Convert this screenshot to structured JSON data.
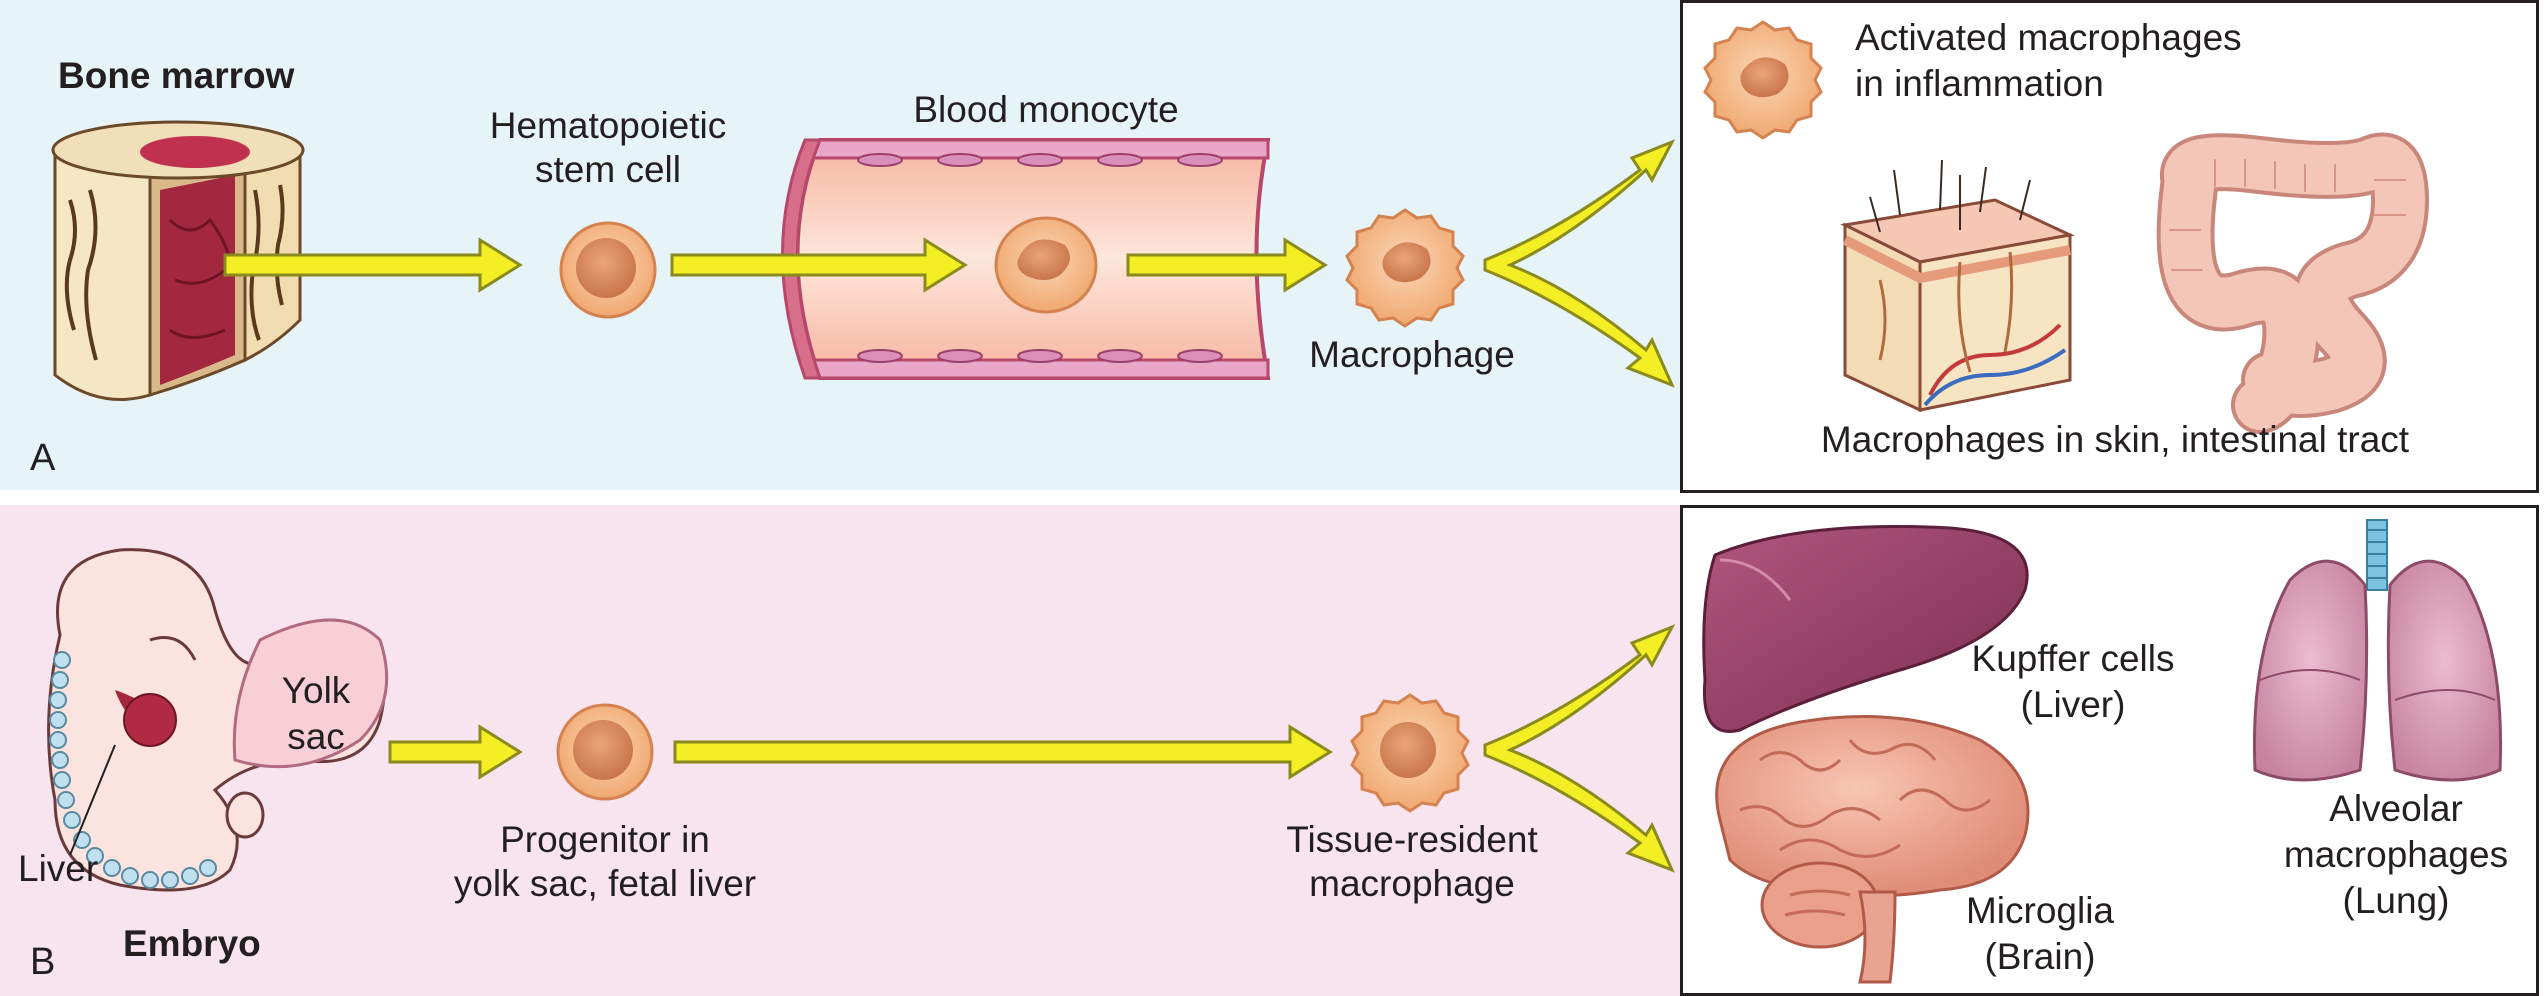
{
  "panel_a": {
    "letter": "A",
    "bone_marrow": "Bone marrow",
    "stem_cell_line1": "Hematopoietic",
    "stem_cell_line2": "stem cell",
    "monocyte": "Blood monocyte",
    "macrophage": "Macrophage",
    "activated_line1": "Activated macrophages",
    "activated_line2": "in inflammation",
    "skin_intestine": "Macrophages in skin, intestinal tract"
  },
  "panel_b": {
    "letter": "B",
    "embryo": "Embryo",
    "yolk_line1": "Yolk",
    "yolk_line2": "sac",
    "liver": "Liver",
    "progenitor_line1": "Progenitor in",
    "progenitor_line2": "yolk sac, fetal liver",
    "resident_line1": "Tissue-resident",
    "resident_line2": "macrophage",
    "kupffer_line1": "Kupffer cells",
    "kupffer_line2": "(Liver)",
    "alveolar_line1": "Alveolar",
    "alveolar_line2": "macrophages",
    "alveolar_line3": "(Lung)",
    "microglia_line1": "Microglia",
    "microglia_line2": "(Brain)"
  },
  "colors": {
    "panel_a_bg": "#e6f3f7",
    "panel_b_bg": "#f8e4ee",
    "arrow_fill": "#f4ee24",
    "arrow_stroke": "#8a8a1e",
    "cell_fill": "#f6b98d",
    "cell_nucleus": "#e08d5c"
  }
}
